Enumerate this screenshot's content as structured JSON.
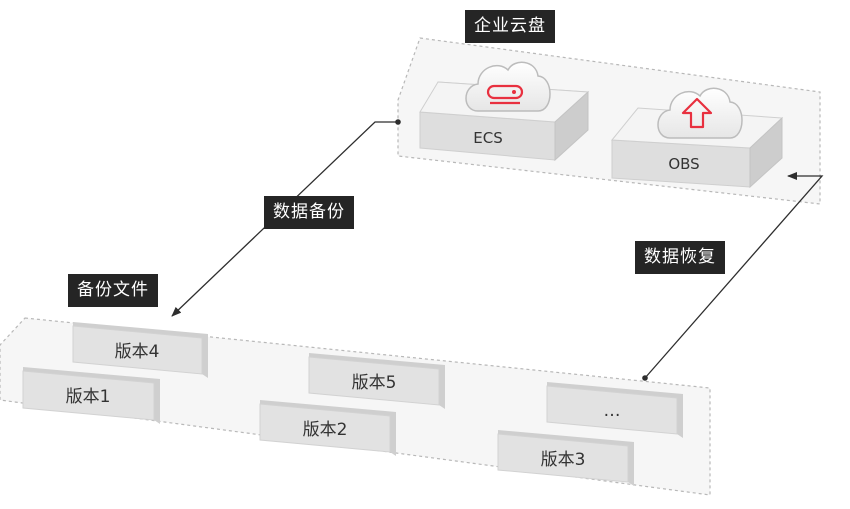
{
  "cloud": {
    "label": "企业云盘",
    "ecs_label": "ECS",
    "obs_label": "OBS"
  },
  "flows": {
    "backup_label": "数据备份",
    "restore_label": "数据恢复"
  },
  "backup_files": {
    "label": "备份文件",
    "versions": [
      "版本4",
      "版本1",
      "版本5",
      "版本2",
      "…",
      "版本3"
    ]
  },
  "colors": {
    "accent_red": "#e8303f",
    "tag_bg": "#252525",
    "line": "#2e2e2e",
    "dashed_border": "#b8b8b8"
  }
}
